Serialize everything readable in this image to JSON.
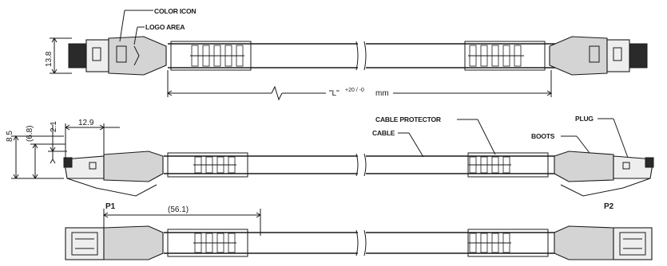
{
  "labels": {
    "color_icon": "COLOR ICON",
    "logo_area": "LOGO AREA",
    "cable_protector": "CABLE PROTECTOR",
    "cable": "CABLE",
    "boots": "BOOTS",
    "plug": "PLUG"
  },
  "dimensions": {
    "height": "13.8",
    "length_prefix": "\"L\"",
    "length_tolerance": "+20 / -0",
    "length_unit": "mm",
    "d_8_5": "8.5",
    "d_6_8": "(6.8)",
    "d_2_1": "2.1",
    "d_12_9": "12.9",
    "d_56_1": "(56.1)"
  },
  "pins": {
    "p1": "P1",
    "p2": "P2"
  }
}
